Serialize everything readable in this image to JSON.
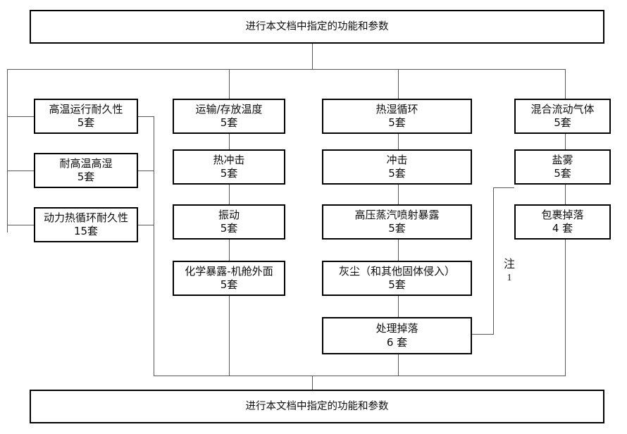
{
  "diagram": {
    "title_top": "进行本文档中指定的功能和参数",
    "title_bottom": "进行本文档中指定的功能和参数",
    "note": {
      "label": "注",
      "number": "1"
    },
    "columns": [
      {
        "id": "col1",
        "nodes": [
          {
            "name": "高温运行耐久性",
            "qty": "5套"
          },
          {
            "name": "耐高温高湿",
            "qty": "5套"
          },
          {
            "name": "动力热循环耐久性",
            "qty": "15套"
          }
        ]
      },
      {
        "id": "col2",
        "nodes": [
          {
            "name": "运输/存放温度",
            "qty": "5套"
          },
          {
            "name": "热冲击",
            "qty": "5套"
          },
          {
            "name": "振动",
            "qty": "5套"
          },
          {
            "name": "化学暴露-机舱外面",
            "qty": "5套"
          }
        ]
      },
      {
        "id": "col3",
        "nodes": [
          {
            "name": "热湿循环",
            "qty": "5套"
          },
          {
            "name": "冲击",
            "qty": "5套"
          },
          {
            "name": "高压蒸汽喷射暴露",
            "qty": "5套"
          },
          {
            "name": "灰尘（和其他固体侵入）",
            "qty": "5套"
          },
          {
            "name": "处理掉落",
            "qty": "6 套"
          }
        ]
      },
      {
        "id": "col4",
        "nodes": [
          {
            "name": "混合流动气体",
            "qty": "5套"
          },
          {
            "name": "盐雾",
            "qty": "5套"
          },
          {
            "name": "包裹掉落",
            "qty": "4 套"
          }
        ]
      }
    ],
    "colors": {
      "box_border": "#000000",
      "connector": "#595959",
      "text": "#0d0d0d",
      "background": "#ffffff"
    }
  }
}
